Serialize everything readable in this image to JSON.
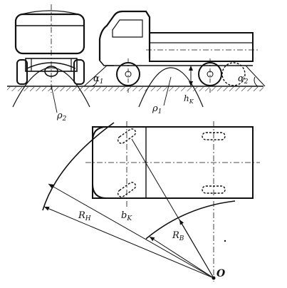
{
  "labels": {
    "alpha1": "α",
    "alpha1_sub": "1",
    "alpha2": "α",
    "alpha2_sub": "2",
    "rho1": "ρ",
    "rho1_sub": "1",
    "rho2": "ρ",
    "rho2_sub": "2",
    "h": "h",
    "h_sub": "K",
    "R_outer": "R",
    "R_outer_sub": "H",
    "b": "b",
    "b_sub": "K",
    "R_inner": "R",
    "R_inner_sub": "B",
    "center": "O"
  }
}
